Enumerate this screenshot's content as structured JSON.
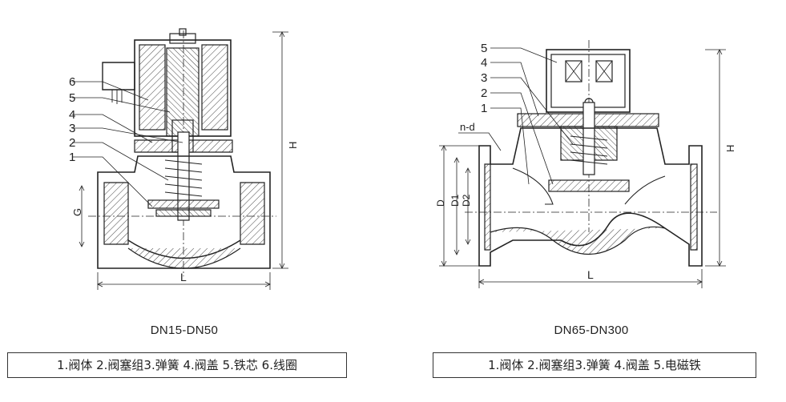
{
  "left_drawing": {
    "part_numbers": [
      "6",
      "5",
      "4",
      "3",
      "2",
      "1"
    ],
    "dim_G": "G",
    "dim_H": "H",
    "dim_L": "L",
    "caption": "DN15-DN50",
    "legend": "1.阀体 2.阀塞组3.弹簧 4.阀盖 5.铁芯 6.线圈"
  },
  "right_drawing": {
    "part_numbers": [
      "5",
      "4",
      "3",
      "2",
      "1"
    ],
    "dim_nd": "n-d",
    "dim_D": "D",
    "dim_D1": "D1",
    "dim_D2": "D2",
    "dim_H": "H",
    "dim_L": "L",
    "caption": "DN65-DN300",
    "legend": "1.阀体 2.阀塞组3.弹簧 4.阀盖 5.电磁铁"
  }
}
